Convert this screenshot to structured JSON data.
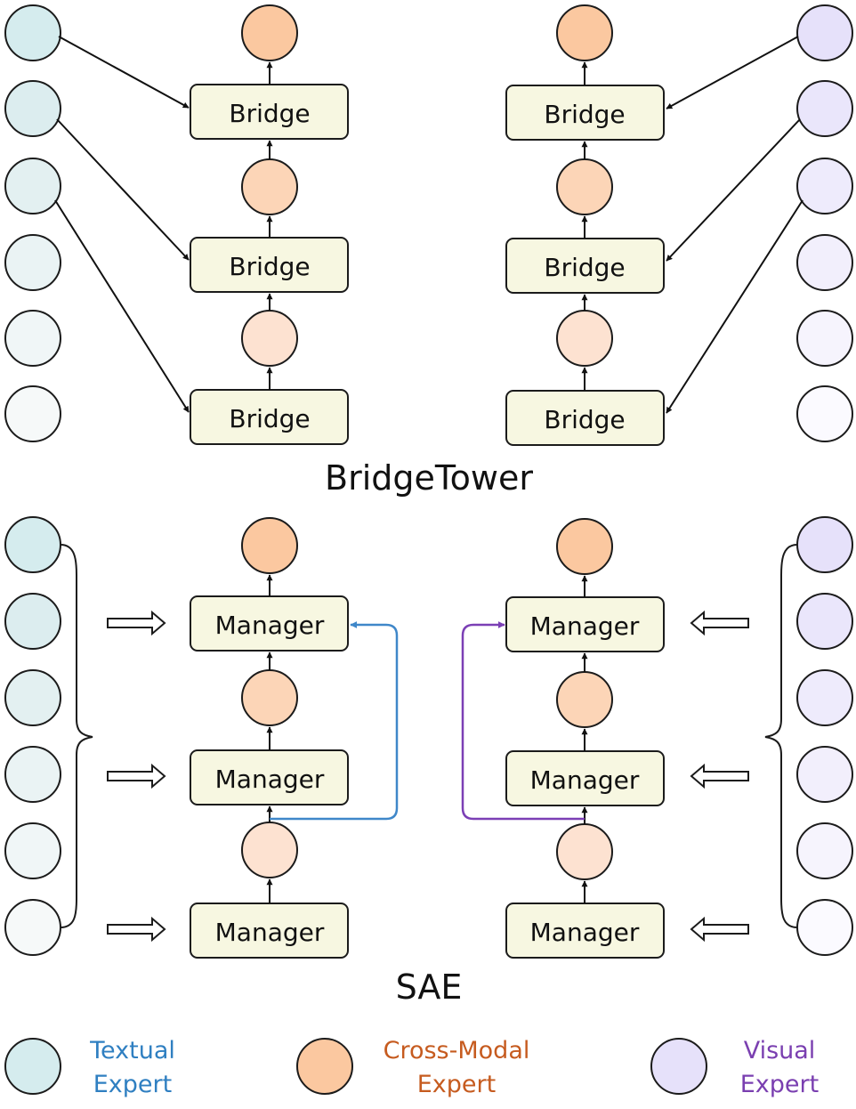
{
  "top_section": {
    "title": "BridgeTower",
    "block_label": "Bridge",
    "left_blocks": [
      "Bridge",
      "Bridge",
      "Bridge"
    ],
    "right_blocks": [
      "Bridge",
      "Bridge",
      "Bridge"
    ]
  },
  "bottom_section": {
    "title": "SAE",
    "block_label": "Manager",
    "left_blocks": [
      "Manager",
      "Manager",
      "Manager"
    ],
    "right_blocks": [
      "Manager",
      "Manager",
      "Manager"
    ]
  },
  "legend": {
    "textual": {
      "line1": "Textual",
      "line2": "Expert",
      "color": "#2f7fc1"
    },
    "cross_modal": {
      "line1": "Cross-Modal",
      "line2": "Expert",
      "color": "#c65b1f"
    },
    "visual": {
      "line1": "Visual",
      "line2": "Expert",
      "color": "#7a3fb0"
    }
  },
  "colors": {
    "block_fill": "#f7f7e1",
    "textual_node_fills": [
      "#d5ecee",
      "#dcedef",
      "#e3f0f1",
      "#eaf3f4",
      "#f0f6f7",
      "#f6f9f9"
    ],
    "visual_node_fills": [
      "#e6e1fa",
      "#eae6fb",
      "#eeebfc",
      "#f2effc",
      "#f6f4fd",
      "#fbfaff"
    ],
    "cross_modal_node_fills": [
      "#fbc8a0",
      "#fcd5b7",
      "#fde2d1"
    ],
    "textual_route": "#3f87c9",
    "visual_route": "#7b3fb5"
  }
}
